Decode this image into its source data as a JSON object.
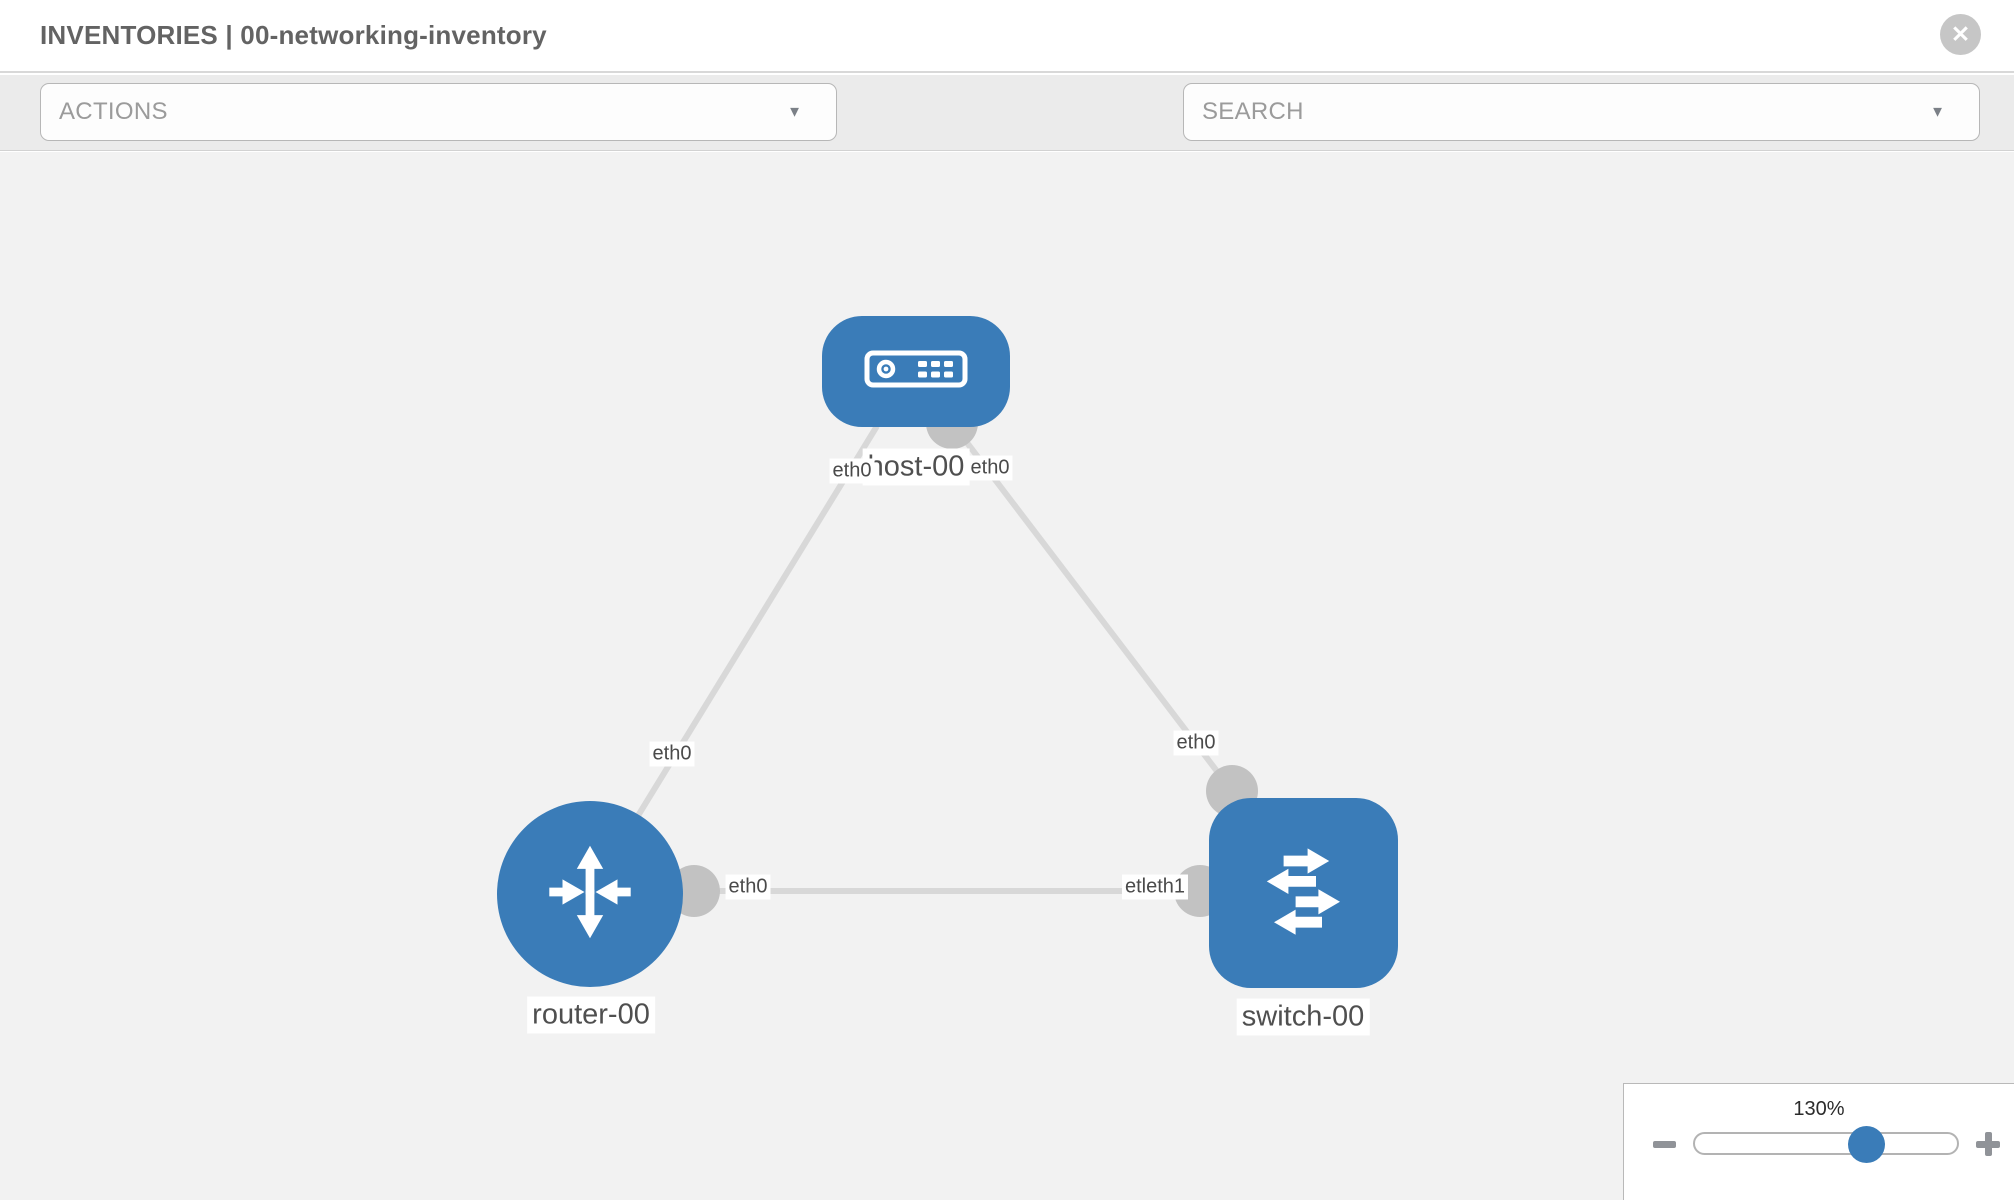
{
  "header": {
    "title": "INVENTORIES | 00-networking-inventory"
  },
  "toolbar": {
    "actions_label": "ACTIONS",
    "search_label": "SEARCH"
  },
  "icons": {
    "caret": "▼",
    "close": "✕"
  },
  "topology": {
    "nodes": [
      {
        "label": "host-00",
        "type": "host"
      },
      {
        "label": "router-00",
        "type": "router"
      },
      {
        "label": "switch-00",
        "type": "switch"
      }
    ],
    "interface_labels": [
      {
        "text": "eth0"
      },
      {
        "text": "eth0"
      },
      {
        "text": "eth0"
      },
      {
        "text": "eth0"
      },
      {
        "text": "eth0"
      },
      {
        "text": "etleth1"
      }
    ],
    "links": [
      {
        "from": "router-00",
        "to": "host-00"
      },
      {
        "from": "host-00",
        "to": "switch-00"
      },
      {
        "from": "router-00",
        "to": "switch-00"
      }
    ]
  },
  "zoom_control": {
    "level": "130%"
  },
  "colors": {
    "node_blue": "#3a7cb8",
    "port_gray": "#c2c2c2",
    "link_gray": "#d8d8d8",
    "canvas_bg": "#f2f2f2"
  }
}
